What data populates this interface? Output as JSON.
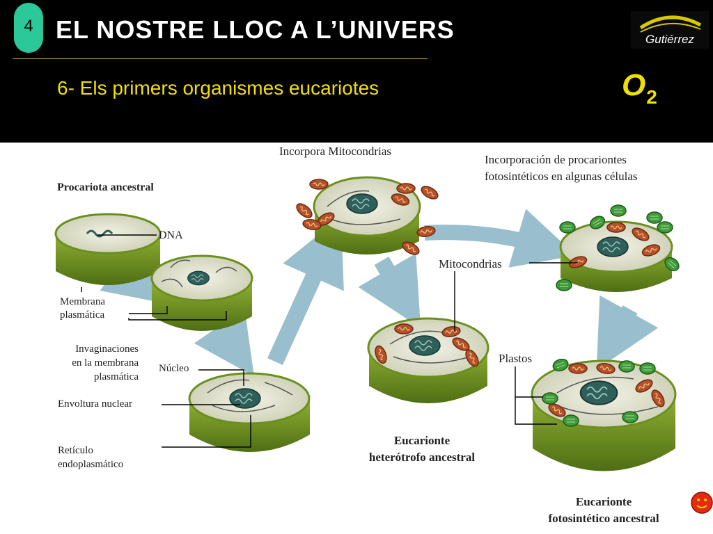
{
  "header": {
    "slide_number": "4",
    "title": "EL NOSTRE LLOC A L’UNIVERS",
    "subtitle": "6- Els primers organismes eucariotes",
    "oxygen_symbol": "O",
    "oxygen_subscript": "2",
    "logo_text": "Gutiérrez"
  },
  "diagram": {
    "top_caption": "Incorpora Mitocondrias",
    "procariota_title": "Procariota ancestral",
    "dna": "DNA",
    "membrana_1": "Membrana",
    "membrana_2": "plasmática",
    "invag_1": "Invaginaciones",
    "invag_2": "en la membrana",
    "invag_3": "plasmática",
    "nucleo": "Núcleo",
    "envoltura": "Envoltura nuclear",
    "reticulo_1": "Retículo",
    "reticulo_2": "endoplasmático",
    "mitocondrias": "Mitocondrias",
    "plastos": "Plastos",
    "incorp_1": "Incorporación de procariontes",
    "incorp_2": "fotosintéticos en algunas células",
    "hetero_1": "Eucarionte",
    "hetero_2": "heterótrofo ancestral",
    "foto_1": "Eucarionte",
    "foto_2": "fotosintético ancestral"
  },
  "colors": {
    "header_bg": "#000000",
    "title": "#ffffff",
    "subtitle": "#f0e000",
    "badge": "#2bc99a",
    "cell_green": "#6b8f1f",
    "mitochondria": "#b5512a",
    "plast": "#3f9a3a",
    "arrow": "#8fb8c8"
  }
}
